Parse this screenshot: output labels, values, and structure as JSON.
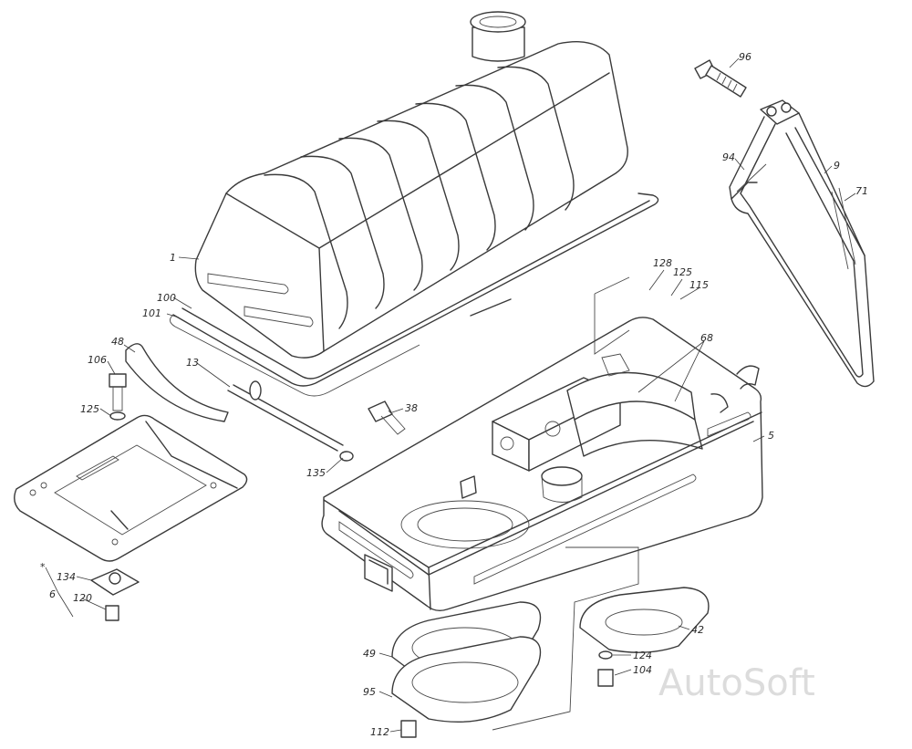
{
  "labels": [
    {
      "id": "p1",
      "text": "1"
    },
    {
      "id": "p5",
      "text": "5"
    },
    {
      "id": "p6",
      "text": "6"
    },
    {
      "id": "p9",
      "text": "9"
    },
    {
      "id": "p13",
      "text": "13"
    },
    {
      "id": "p38",
      "text": "38"
    },
    {
      "id": "p42",
      "text": "42"
    },
    {
      "id": "p48",
      "text": "48"
    },
    {
      "id": "p49",
      "text": "49"
    },
    {
      "id": "p68",
      "text": "68"
    },
    {
      "id": "p71",
      "text": "71"
    },
    {
      "id": "p94",
      "text": "94"
    },
    {
      "id": "p95",
      "text": "95"
    },
    {
      "id": "p96",
      "text": "96"
    },
    {
      "id": "p100",
      "text": "100"
    },
    {
      "id": "p101",
      "text": "101"
    },
    {
      "id": "p104",
      "text": "104"
    },
    {
      "id": "p106",
      "text": "106"
    },
    {
      "id": "p112",
      "text": "112"
    },
    {
      "id": "p115",
      "text": "115"
    },
    {
      "id": "p120",
      "text": "120"
    },
    {
      "id": "p124",
      "text": "124"
    },
    {
      "id": "p125a",
      "text": "125"
    },
    {
      "id": "p125b",
      "text": "125"
    },
    {
      "id": "p128",
      "text": "128"
    },
    {
      "id": "p134",
      "text": "134"
    },
    {
      "id": "p135",
      "text": "135"
    },
    {
      "id": "star",
      "text": "*"
    }
  ],
  "watermark": "AutoSoft"
}
